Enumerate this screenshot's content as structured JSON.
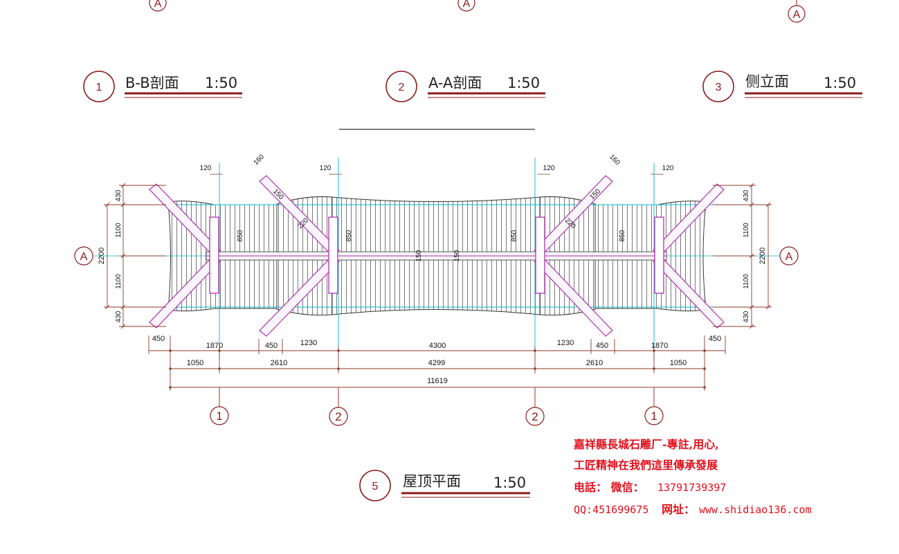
{
  "top_labels": [
    "A",
    "A",
    "A"
  ],
  "sections": [
    {
      "num": "1",
      "name": "B-B剖面",
      "scale": "1:50"
    },
    {
      "num": "2",
      "name": "A-A剖面",
      "scale": "1:50"
    },
    {
      "num": "3",
      "name": "侧立面",
      "scale": "1:50"
    }
  ],
  "plan": {
    "num": "5",
    "name": "屋顶平面",
    "scale": "1:50",
    "section_mark_left": "A",
    "section_mark_right": "A",
    "axis_labels": [
      "1",
      "2",
      "2",
      "1"
    ],
    "top_dims": [
      "120",
      "160",
      "120",
      "120",
      "160",
      "120"
    ],
    "left_dims": [
      "430",
      "1100",
      "1100",
      "430"
    ],
    "left_total": "2200",
    "right_dims": [
      "430",
      "1100",
      "1100",
      "430"
    ],
    "right_total": "2200",
    "inner_dims": [
      "850",
      "850",
      "850",
      "850",
      "150",
      "150",
      "150",
      "220",
      "220",
      "150"
    ],
    "bottom_row1": [
      "450",
      "1870",
      "450",
      "1230",
      "4300",
      "1230",
      "450",
      "1870",
      "450"
    ],
    "bottom_row2": [
      "1050",
      "2610",
      "4299",
      "2610",
      "1050"
    ],
    "bottom_total": "11619"
  },
  "watermark": {
    "line1": "嘉祥縣長城石雕厂-專註,用心,",
    "line2": "工匠精神在我們這里傳承發展",
    "line3_label": "电話：  微信：",
    "line3_value": "13791739397",
    "line4_qq": "QQ:451699675",
    "line4_label": "网址：",
    "line4_url": "www.shidiao136.com"
  },
  "colors": {
    "title_red": "#8b1a1a",
    "watermark_red": "#e0101c",
    "cyan": "#00b8c8",
    "magenta": "#b030b0",
    "dim_brown": "#8a3a2a"
  }
}
